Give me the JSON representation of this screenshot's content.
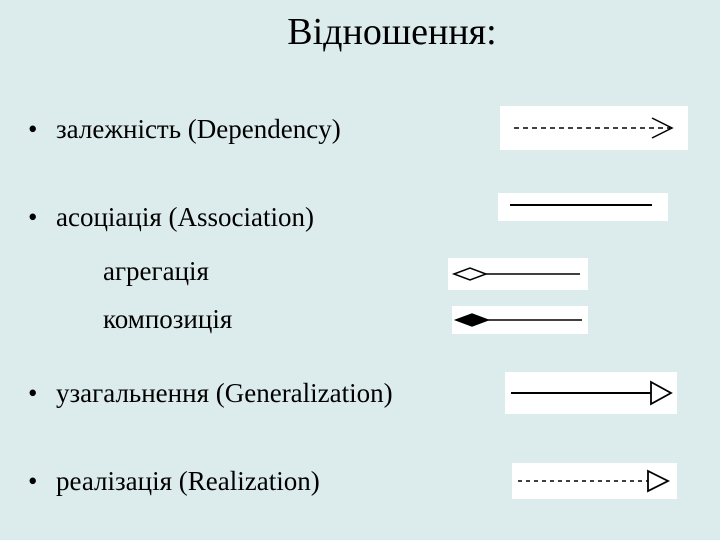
{
  "title": "Відношення:",
  "items": [
    {
      "bullet": "•",
      "label": "залежність (Dependency)"
    },
    {
      "bullet": "•",
      "label": "асоціація (Association)"
    },
    {
      "bullet": "•",
      "label": "узагальнення (Generalization)"
    },
    {
      "bullet": "•",
      "label": "реалізація (Realization)"
    }
  ],
  "subitems": [
    {
      "label": "агрегація"
    },
    {
      "label": "композиція"
    }
  ],
  "symbols": {
    "dependency": "dashed-line-open-arrow",
    "association": "solid-line",
    "aggregation": "hollow-diamond-line",
    "composition": "filled-diamond-line",
    "generalization": "solid-line-hollow-triangle",
    "realization": "dashed-line-hollow-triangle"
  },
  "colors": {
    "background": "#dcecec",
    "symbol_background": "#ffffff",
    "line": "#000000"
  }
}
